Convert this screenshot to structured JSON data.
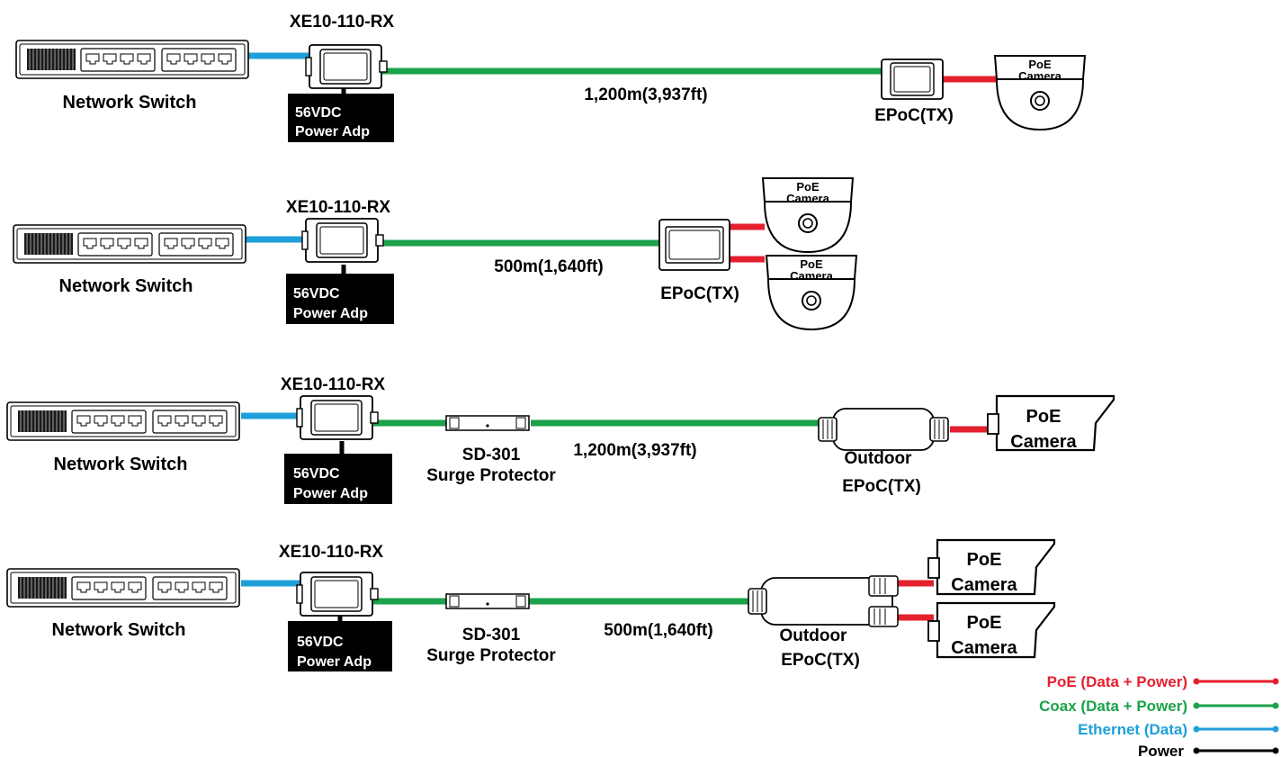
{
  "colors": {
    "poe": "#e4202e",
    "coax": "#1ba24a",
    "ethernet": "#1f9fd9",
    "power": "#000000"
  },
  "row1": {
    "switch_label": "Network Switch",
    "rx_label": "XE10-110-RX",
    "adp_line1": "56VDC",
    "adp_line2": "Power Adp",
    "distance": "1,200m(3,937ft)",
    "tx_label": "EPoC(TX)",
    "camera_line1": "PoE",
    "camera_line2": "Camera"
  },
  "row2": {
    "switch_label": "Network Switch",
    "rx_label": "XE10-110-RX",
    "adp_line1": "56VDC",
    "adp_line2": "Power Adp",
    "distance": "500m(1,640ft)",
    "tx_label": "EPoC(TX)",
    "camera_line1": "PoE",
    "camera_line2": "Camera"
  },
  "row3": {
    "switch_label": "Network Switch",
    "rx_label": "XE10-110-RX",
    "adp_line1": "56VDC",
    "adp_line2": "Power Adp",
    "surge_line1": "SD-301",
    "surge_line2": "Surge Protector",
    "distance": "1,200m(3,937ft)",
    "tx_line1": "Outdoor",
    "tx_line2": "EPoC(TX)",
    "camera_line1": "PoE",
    "camera_line2": "Camera"
  },
  "row4": {
    "switch_label": "Network Switch",
    "rx_label": "XE10-110-RX",
    "adp_line1": "56VDC",
    "adp_line2": "Power Adp",
    "surge_line1": "SD-301",
    "surge_line2": "Surge Protector",
    "distance": "500m(1,640ft)",
    "tx_line1": "Outdoor",
    "tx_line2": "EPoC(TX)",
    "camera_line1": "PoE",
    "camera_line2": "Camera"
  },
  "legend": {
    "poe": "PoE (Data + Power)",
    "coax": "Coax (Data + Power)",
    "ethernet": "Ethernet (Data)",
    "power": "Power"
  }
}
